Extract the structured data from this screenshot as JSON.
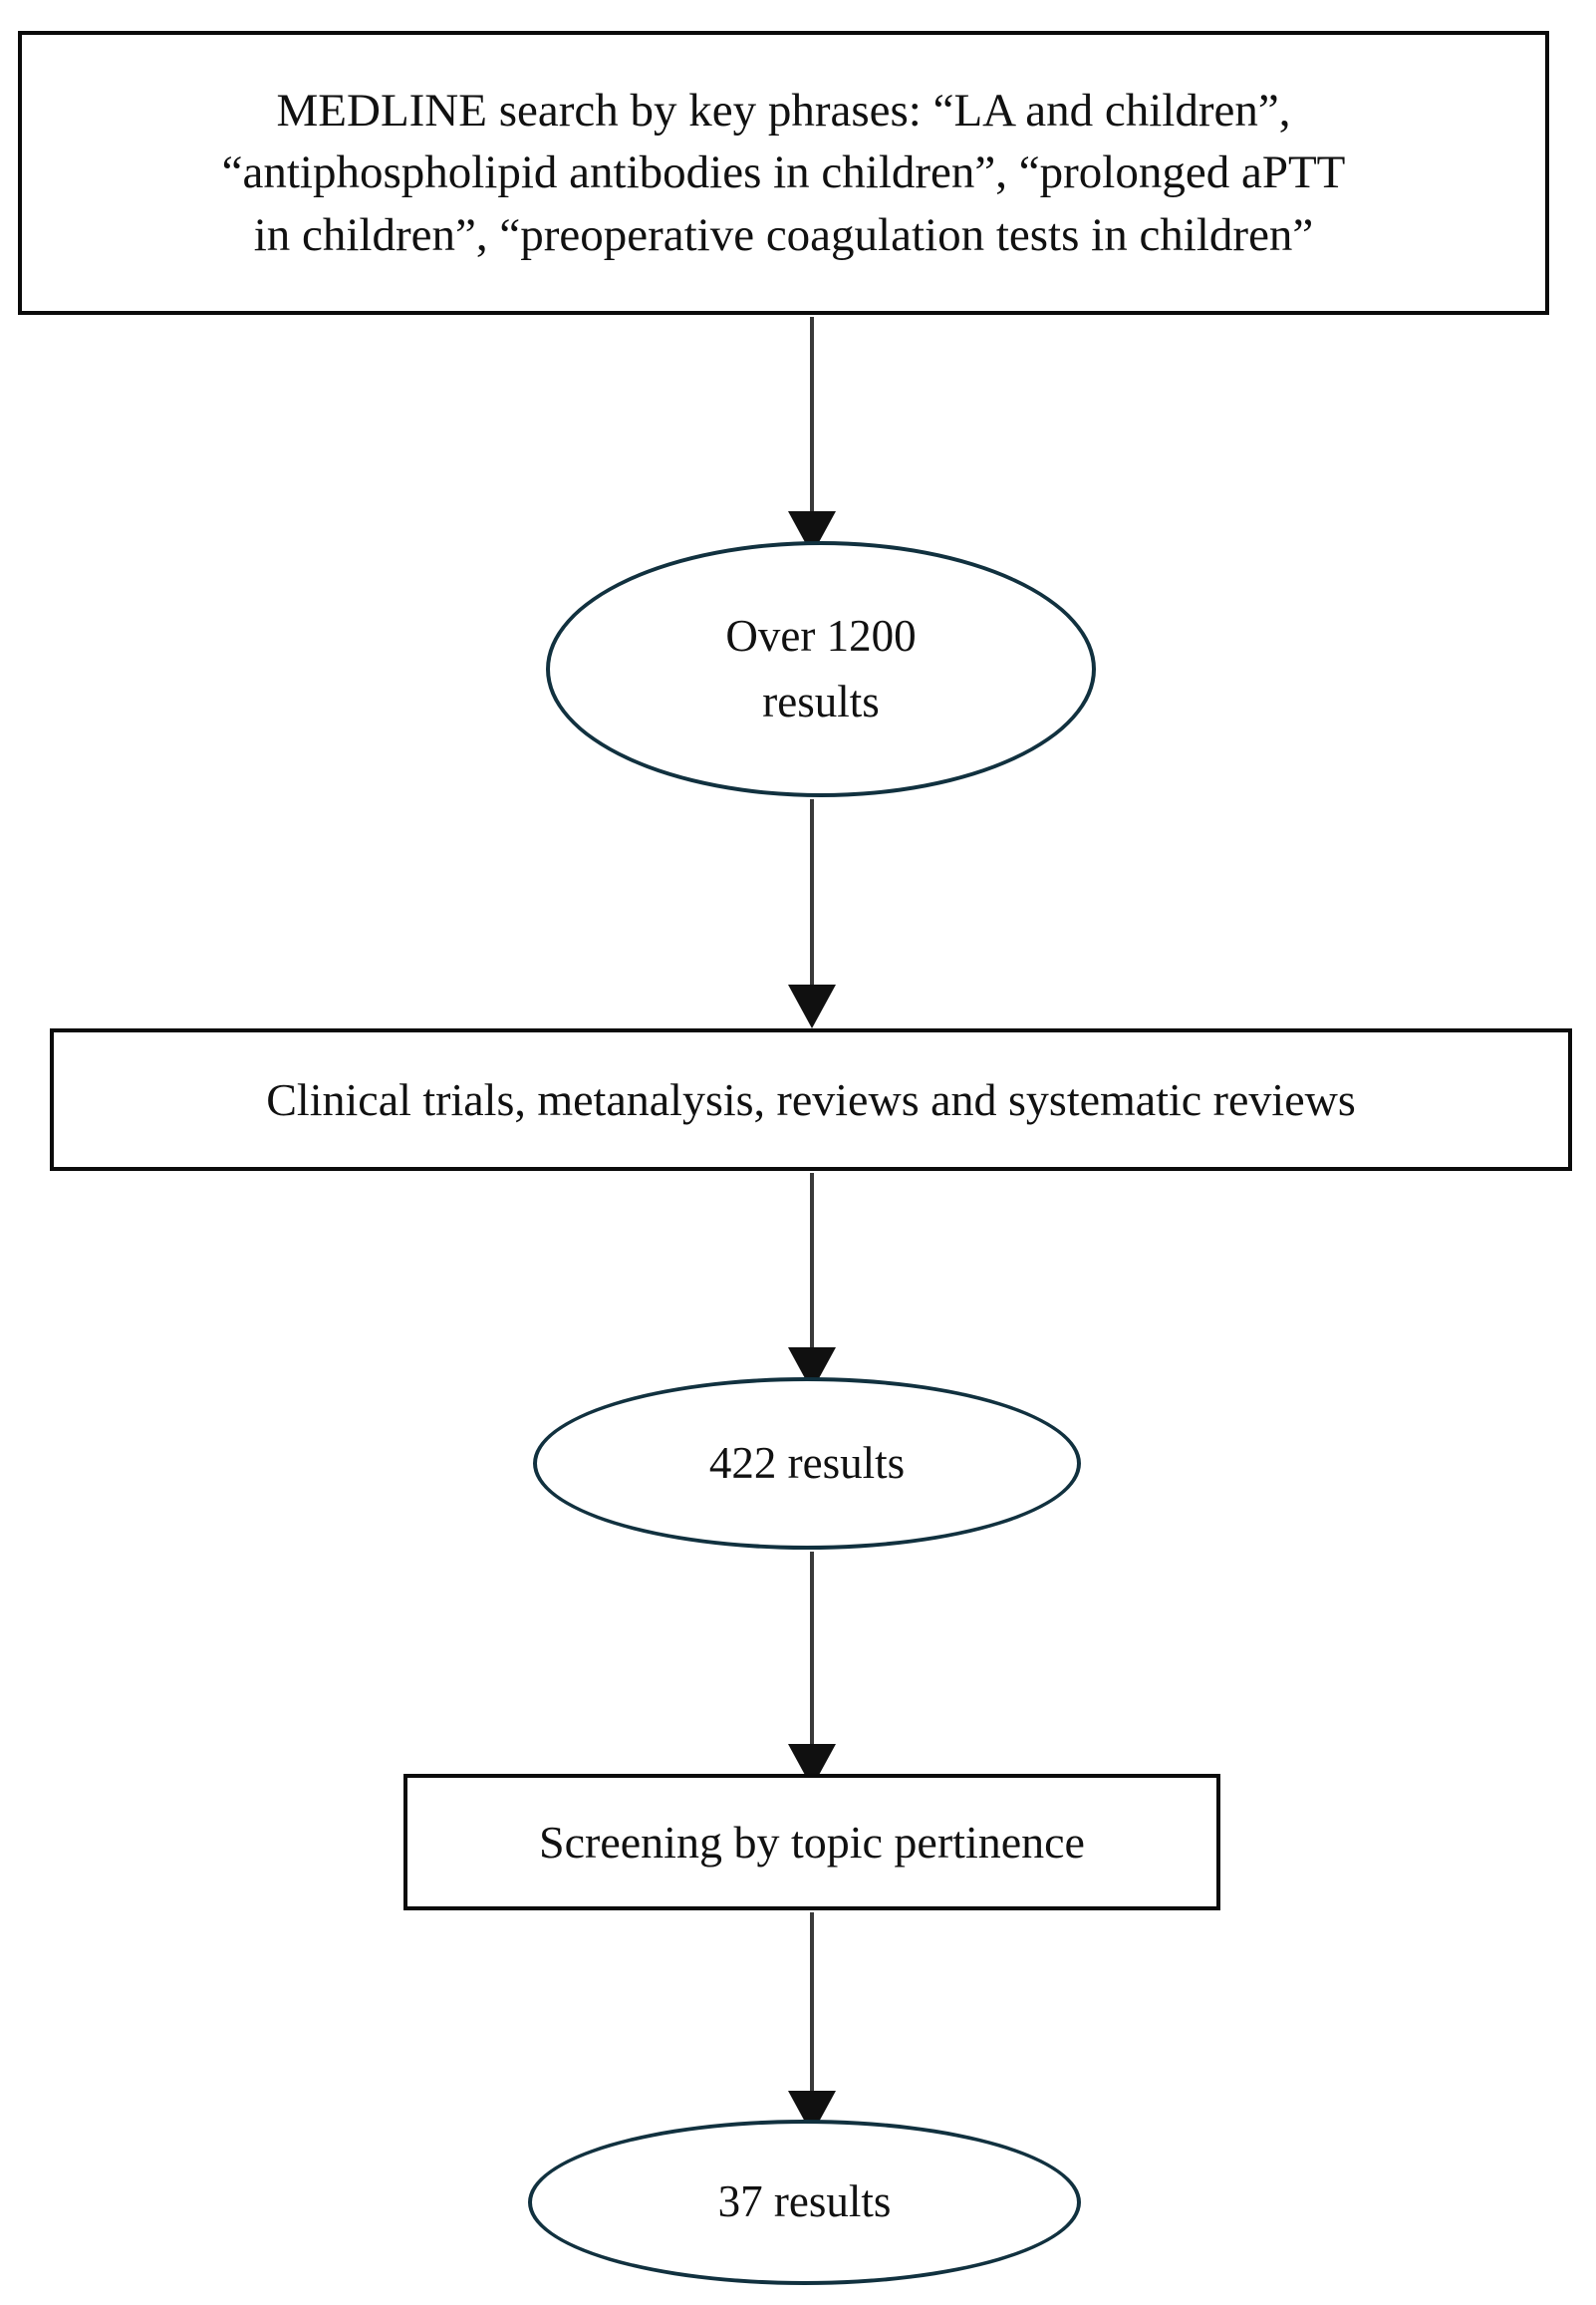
{
  "diagram": {
    "type": "flowchart",
    "title": "MEDLINE literature search selection flowchart",
    "orientation": "top-to-bottom",
    "background_color": "#ffffff",
    "box_border_color": "#0b0b0b",
    "ellipse_border_color": "#11313f",
    "connector_color": "#3a3a3a",
    "text_color": "#111111",
    "nodes": [
      {
        "id": "search",
        "shape": "rectangle",
        "text": "MEDLINE search by key phrases: “LA and children”,\n“antiphospholipid antibodies in children”, “prolonged aPTT\nin children”, “preoperative coagulation tests in children”"
      },
      {
        "id": "over1200",
        "shape": "ellipse",
        "text": "Over 1200\nresults",
        "count": 1200
      },
      {
        "id": "filters",
        "shape": "rectangle",
        "text": "Clinical trials, metanalysis, reviews and systematic reviews"
      },
      {
        "id": "results422",
        "shape": "ellipse",
        "text": "422 results",
        "count": 422
      },
      {
        "id": "screening",
        "shape": "rectangle",
        "text": "Screening by topic pertinence"
      },
      {
        "id": "results37",
        "shape": "ellipse",
        "text": "37 results",
        "count": 37
      }
    ],
    "edges": [
      {
        "from": "search",
        "to": "over1200",
        "style": "solid-arrow"
      },
      {
        "from": "over1200",
        "to": "filters",
        "style": "solid-arrow"
      },
      {
        "from": "filters",
        "to": "results422",
        "style": "solid-arrow"
      },
      {
        "from": "results422",
        "to": "screening",
        "style": "solid-arrow"
      },
      {
        "from": "screening",
        "to": "results37",
        "style": "solid-arrow"
      }
    ]
  }
}
